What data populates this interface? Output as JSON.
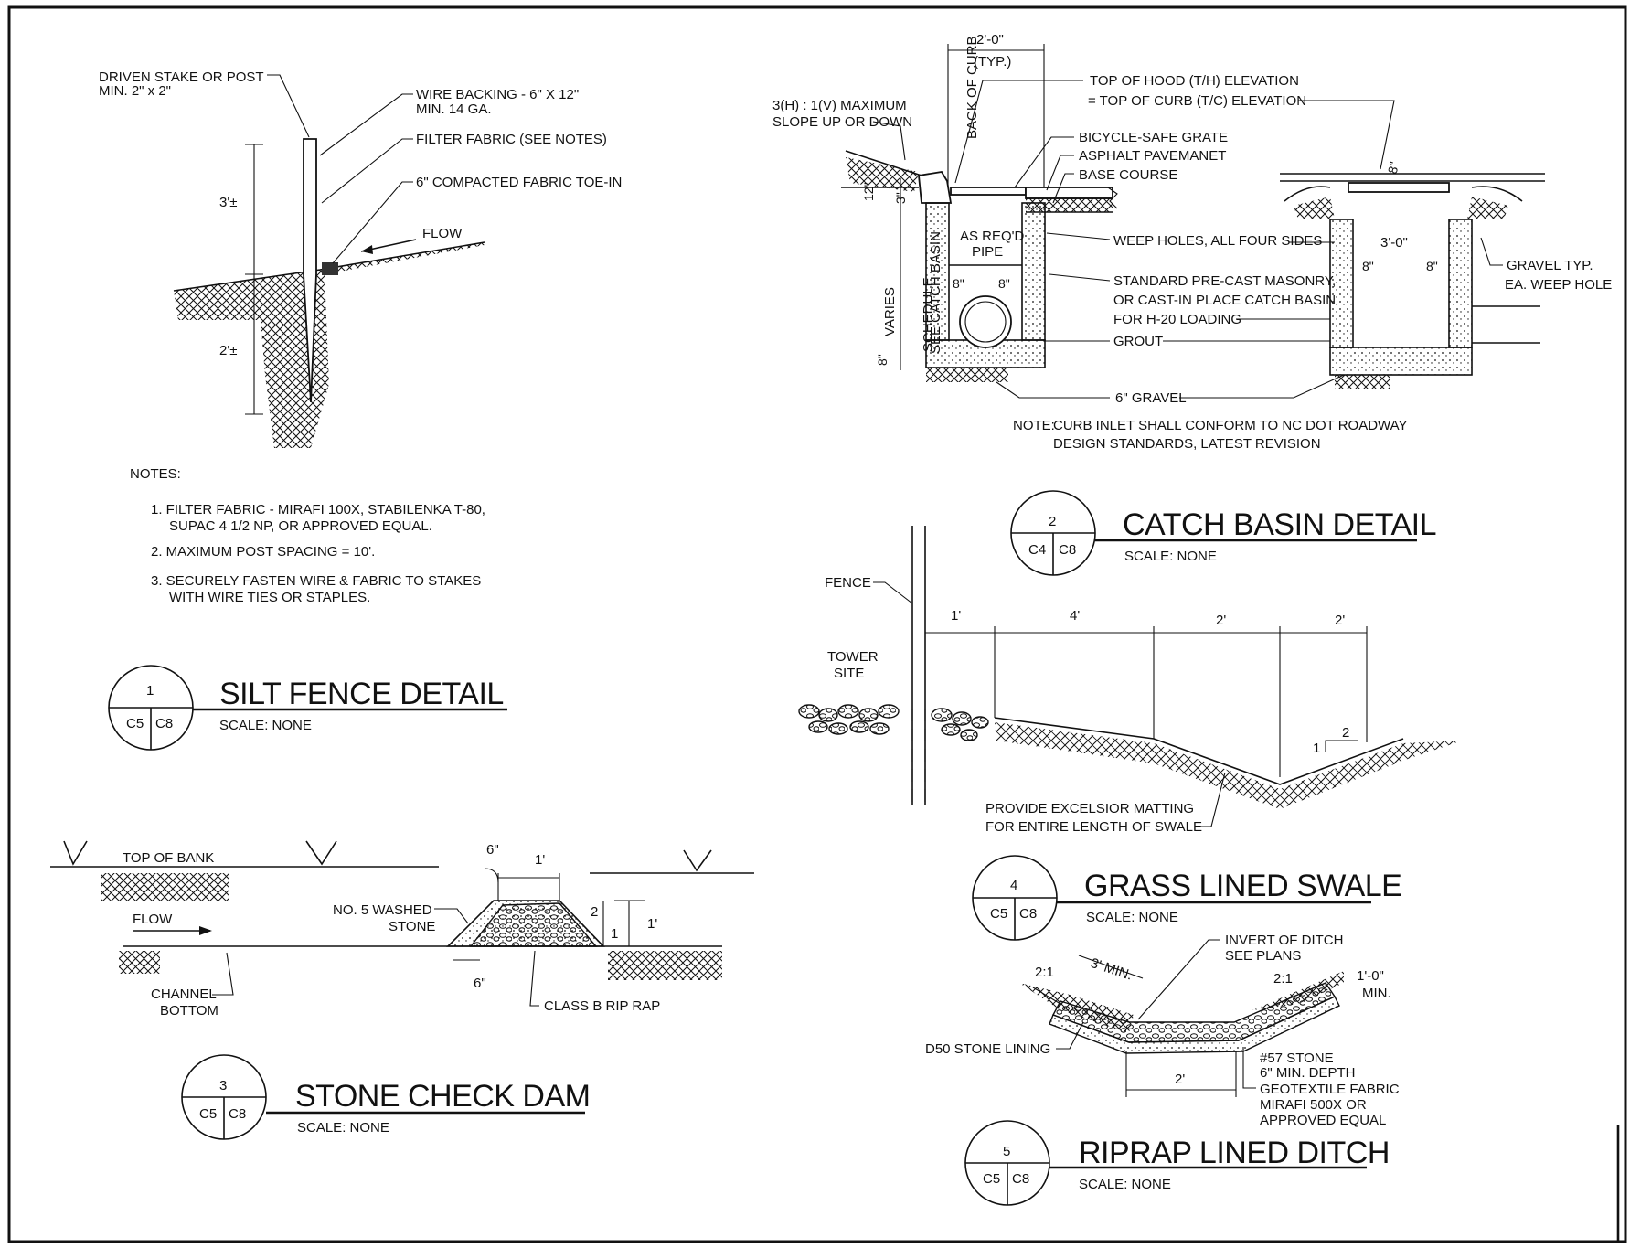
{
  "sheet": {
    "frame_color": "#111111",
    "background": "#ffffff"
  },
  "details": {
    "silt_fence": {
      "number": "1",
      "sheet_a": "C5",
      "sheet_b": "C8",
      "title": "SILT FENCE DETAIL",
      "scale": "SCALE: NONE",
      "labels": {
        "stake_1": "DRIVEN STAKE OR POST",
        "stake_2": "MIN. 2\" x 2\"",
        "wire_1": "WIRE BACKING - 6\" X 12\"",
        "wire_2": "MIN. 14 GA.",
        "fabric": "FILTER FABRIC (SEE NOTES)",
        "toe_in": "6\" COMPACTED FABRIC TOE-IN",
        "flow": "FLOW",
        "dim_top": "3'±",
        "dim_bottom": "2'±"
      },
      "notes_heading": "NOTES:",
      "notes": [
        "1. FILTER FABRIC - MIRAFI 100X, STABILENKA T-80,",
        "SUPAC 4 1/2 NP, OR APPROVED EQUAL.",
        "2. MAXIMUM POST SPACING = 10'.",
        "3. SECURELY FASTEN WIRE & FABRIC TO STAKES",
        "WITH WIRE TIES OR STAPLES."
      ]
    },
    "catch_basin": {
      "number": "2",
      "sheet_a": "C4",
      "sheet_b": "C8",
      "title": "CATCH BASIN DETAIL",
      "scale": "SCALE: NONE",
      "labels": {
        "width_typ_1": "2'-0\"",
        "width_typ_2": "(TYP.)",
        "back_of_curb": "BACK OF CURB",
        "slope_1": "3(H) : 1(V) MAXIMUM",
        "slope_2": "SLOPE UP OR DOWN",
        "hood_1": "TOP OF HOOD (T/H) ELEVATION",
        "hood_2": "= TOP OF CURB (T/C) ELEVATION",
        "grate": "BICYCLE-SAFE GRATE",
        "asphalt": "ASPHALT PAVEMANET",
        "base": "BASE COURSE",
        "pipe_1": "AS REQ'D",
        "pipe_2": "PIPE",
        "weep": "WEEP HOLES, ALL FOUR SIDES",
        "std_1": "STANDARD PRE-CAST MASONRY,",
        "std_2": "OR CAST-IN PLACE CATCH BASIN",
        "std_3": "FOR H-20 LOADING",
        "grout": "GROUT",
        "gravel_6": "6\" GRAVEL",
        "gravel_typ_1": "GRAVEL TYP.",
        "gravel_typ_2": "EA. WEEP HOLE",
        "varies": "VARIES",
        "see_sched_1": "SEE CATCH BASIN",
        "see_sched_2": "SCHEDULE",
        "dim_12": "12\"",
        "dim_3": "3\"",
        "dim_8a": "8\"",
        "dim_8b": "8\"",
        "dim_8c": "8\"",
        "dim_8d": "8\"",
        "dim_8e": "8\"",
        "dim_8f": "8\"",
        "dim_3ft": "3'-0\"",
        "note_key": "NOTE:",
        "note_1": "CURB INLET SHALL CONFORM TO NC DOT ROADWAY",
        "note_2": "DESIGN STANDARDS, LATEST REVISION"
      }
    },
    "stone_check_dam": {
      "number": "3",
      "sheet_a": "C5",
      "sheet_b": "C8",
      "title": "STONE CHECK DAM",
      "scale": "SCALE: NONE",
      "labels": {
        "top_of_bank": "TOP OF BANK",
        "flow": "FLOW",
        "channel_1": "CHANNEL",
        "channel_2": "BOTTOM",
        "washed_1": "NO. 5 WASHED",
        "washed_2": "STONE",
        "riprap": "CLASS B RIP RAP",
        "dim_6a": "6\"",
        "dim_1a": "1'",
        "dim_2": "2",
        "dim_1b": "1",
        "dim_1c": "1'",
        "dim_6b": "6\""
      }
    },
    "grass_swale": {
      "number": "4",
      "sheet_a": "C5",
      "sheet_b": "C8",
      "title": "GRASS LINED SWALE",
      "scale": "SCALE: NONE",
      "labels": {
        "fence": "FENCE",
        "tower_1": "TOWER",
        "tower_2": "SITE",
        "dim_1": "1'",
        "dim_4": "4'",
        "dim_2a": "2'",
        "dim_2b": "2'",
        "slope": "2",
        "slope_1": "1",
        "matting_1": "PROVIDE EXCELSIOR MATTING",
        "matting_2": "FOR ENTIRE LENGTH OF SWALE"
      }
    },
    "riprap_ditch": {
      "number": "5",
      "sheet_a": "C5",
      "sheet_b": "C8",
      "title": "RIPRAP LINED DITCH",
      "scale": "SCALE: NONE",
      "labels": {
        "invert_1": "INVERT OF DITCH",
        "invert_2": "SEE PLANS",
        "slope_l": "2:1",
        "slope_r": "2:1",
        "min_3": "3' MIN.",
        "min_1a": "1'-0\"",
        "min_1b": "MIN.",
        "d50": "D50 STONE LINING",
        "s57_1": "#57 STONE",
        "s57_2": "6\" MIN. DEPTH",
        "s57_3": "GEOTEXTILE FABRIC",
        "s57_4": "MIRAFI 500X OR",
        "s57_5": "APPROVED EQUAL",
        "dim_2": "2'"
      }
    }
  }
}
